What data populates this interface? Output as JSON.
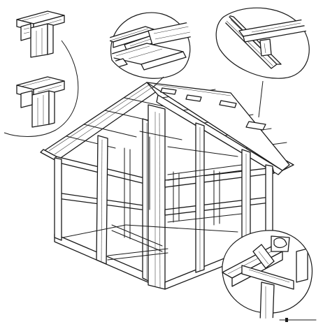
{
  "figure": {
    "alt": "",
    "details": [
      {
        "name": "rafter-post-joint-detail"
      },
      {
        "name": "post-cap-joint-detail"
      },
      {
        "name": "ridge-beam-joint-detail"
      },
      {
        "name": "rafter-purlin-joint-detail"
      },
      {
        "name": "sill-corner-joint-detail"
      }
    ]
  },
  "colors": {
    "ink": "#1a1a1a",
    "paper": "#ffffff"
  }
}
